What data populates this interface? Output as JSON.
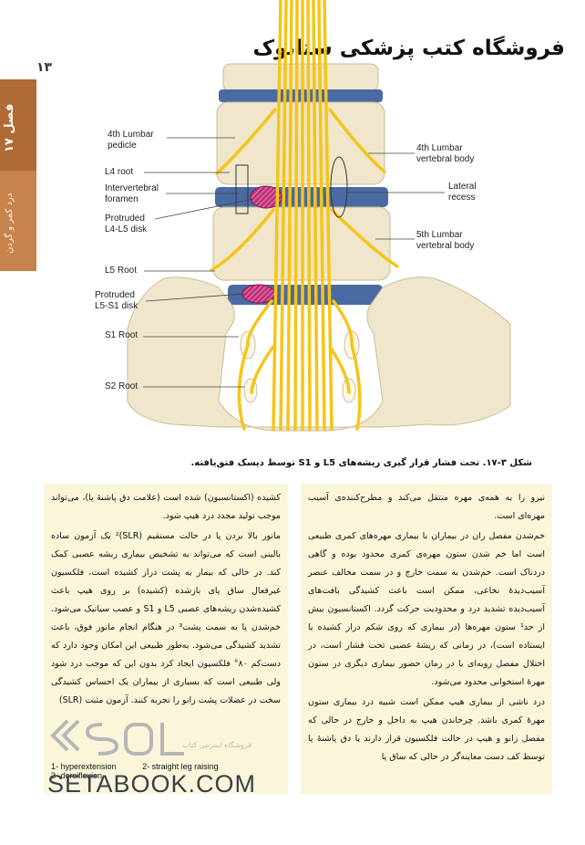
{
  "header": {
    "title": "فروشگاه کتب پزشکی ستابوک",
    "page_number": "۱۳"
  },
  "side_tab": {
    "chapter": "فصل ۱۷",
    "subject": "درد کمر و گردن",
    "color": "#c8824c"
  },
  "figure": {
    "labels": {
      "l4_pedicle": "4th Lumbar\npedicle",
      "l4_root": "L4 root",
      "foramen": "Intervertebral\nforamen",
      "protruded_l4l5": "Protruded\nL4-L5 disk",
      "l5_root": "L5 Root",
      "protruded_l5s1": "Protruded\nL5-S1 disk",
      "s1_root": "S1 Root",
      "s2_root": "S2 Root",
      "l4_body": "4th Lumbar\nvertebral body",
      "lateral_recess": "Lateral\nrecess",
      "l5_body": "5th Lumbar\nvertebral body"
    },
    "caption": "شکل ۳-۱۷. تحت فشار قرار گیری ریشه‌های L5 و S1 توسط دیسک فتق‌یافته.",
    "colors": {
      "nerve": "#f5c518",
      "bone": "#efe6cc",
      "disk": "#3f5f9a",
      "herniation": "#c0307a"
    }
  },
  "right_column": [
    "نیرو را به همه‌ی مهره منتقل می‌کند و مطرح‌کننده‌ی آسیب مهره‌ای است.",
    "خم‌شدن مفصل ران در بیماران با بیماری مهره‌های کمری طبیعی است اما خم شدن ستون مهره‌ی کمری محدود بوده و گاهی دردناک است. خم‌شدن به سمت خارج و در سمت مخالف عنصر آسیب‌دیدهٔ نخاعی، ممکن است باعث کشیدگی بافت‌های آسیب‌دیده تشدید درد و محدودیت حرکت گردد. اکستانسیون بیش از حد¹ ستون مهره‌ها (در بیماری که روی شکم دراز کشیده یا ایستاده است)، در زمانی که ریشهٔ عصبی تحت فشار است، در اختلال مفصل رویه‌ای یا در زمان حضور بیماری دیگری در ستون مهرهٔ استخوانی محدود می‌شود.",
    "درد ناشی از بیماری هیپ ممکن است شبیه درد بیماری ستون مهرهٔ کمری باشد. چرخاندن هیپ به داخل و خارج در حالی که مفصل زانو و هیپ در حالت فلکسیون قرار دارند یا دق پاشنهٔ پا توسط کف دست معاینه‌گر در حالی که ساق پا"
  ],
  "left_column": [
    "کشیده (اکستانسیون) شده است (علامت دق پاشنهٔ پا)، می‌تواند موجب تولید مجدد درد هیپ شود.",
    "مانور بالا بردن پا در حالت مستقیم (SLR)² یک آزمون ساده بالینی است که می‌تواند به تشخیص بیماری ریشه عصبی کمک کند. در حالی که بیمار به پشت دراز کشیده است، فلکسیون غیرفعال ساق پای بازشده (کشیده) بر روی هیپ باعث کشیده‌شدن ریشه‌های عصبی L5 و S1 و عصب سیاتیک می‌شود. خم‌شدن پا به سمت پشت³ در هنگام انجام مانور فوق، باعث تشدید کشیدگی می‌شود. به‌طور طبیعی این امکان وجود دارد که دست‌کم ۸۰° فلکسیون ایجاد کرد بدون این که موجب درد شود ولی طبیعی است که بسیاری از بیماران یک احساس کشیدگی سخت در عضلات پشت زانو را تجربه کنند. آزمون مثبت (SLR)"
  ],
  "footnotes": [
    "1- hyperextension",
    "2- straight leg raising",
    "3- dorsiflexion"
  ],
  "watermark": {
    "site": "SETABOOK.COM",
    "tagline": "فروشگاه اینترنتی کتاب"
  }
}
